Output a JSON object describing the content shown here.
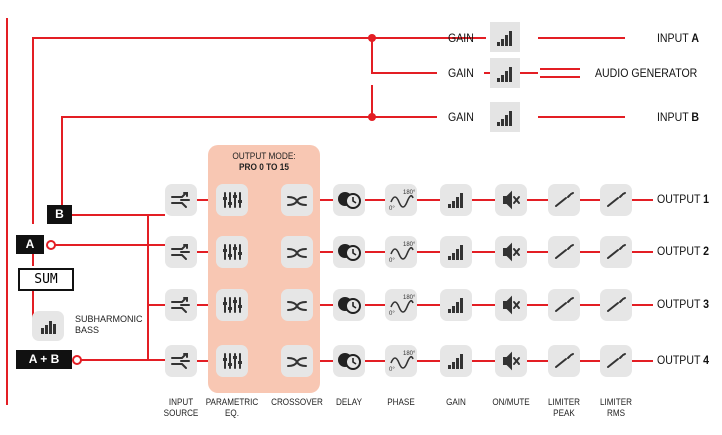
{
  "inputs": [
    {
      "gain_label": "GAIN",
      "name": "INPUT ",
      "suffix": "A"
    },
    {
      "gain_label": "GAIN",
      "name": "AUDIO GENERATOR",
      "suffix": ""
    },
    {
      "gain_label": "GAIN",
      "name": "INPUT ",
      "suffix": "B"
    }
  ],
  "output_mode": {
    "line1": "OUTPUT MODE:",
    "line2": "PRO 0 TO 15"
  },
  "source_blocks": {
    "b": "B",
    "a": "A",
    "sum": "SUM",
    "ab": "A + B"
  },
  "subharmonic": {
    "line1": "SUBHARMONIC",
    "line2": "BASS"
  },
  "outputs": [
    {
      "name": "OUTPUT ",
      "num": "1"
    },
    {
      "name": "OUTPUT ",
      "num": "2"
    },
    {
      "name": "OUTPUT ",
      "num": "3"
    },
    {
      "name": "OUTPUT ",
      "num": "4"
    }
  ],
  "columns": [
    {
      "l1": "INPUT",
      "l2": "SOURCE",
      "icon": "input-source-icon"
    },
    {
      "l1": "PARAMETRIC",
      "l2": "EQ.",
      "icon": "parametric-eq-icon"
    },
    {
      "l1": "CROSSOVER",
      "l2": "",
      "icon": "crossover-icon"
    },
    {
      "l1": "DELAY",
      "l2": "",
      "icon": "delay-icon"
    },
    {
      "l1": "PHASE",
      "l2": "",
      "icon": "phase-icon"
    },
    {
      "l1": "GAIN",
      "l2": "",
      "icon": "gain-icon"
    },
    {
      "l1": "ON/MUTE",
      "l2": "",
      "icon": "mute-icon"
    },
    {
      "l1": "LIMITER",
      "l2": "PEAK",
      "icon": "limiter-peak-icon"
    },
    {
      "l1": "LIMITER",
      "l2": "RMS",
      "icon": "limiter-rms-icon"
    }
  ],
  "phase_icon": {
    "top": "180°",
    "bottom": "0°"
  },
  "colors": {
    "wire": "#e31e24",
    "tile": "#e6e6e6",
    "mode_box": "#f8c7b3",
    "block": "#111111"
  }
}
